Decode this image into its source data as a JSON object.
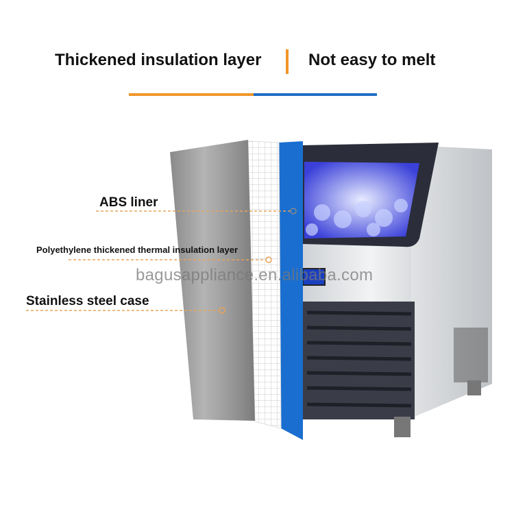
{
  "header": {
    "left_title": "Thickened insulation layer",
    "right_title": "Not easy to melt"
  },
  "colors": {
    "accent_orange": "#f0962a",
    "accent_blue": "#1f6fc4",
    "abs_panel_blue": "#1a6ed0",
    "callout_line": "#e8a35a"
  },
  "callouts": [
    {
      "label": "ABS liner"
    },
    {
      "label": "Polyethylene thickened thermal insulation layer"
    },
    {
      "label": "Stainless steel case"
    }
  ],
  "watermark": "bagusappliance.en.alibaba.com"
}
